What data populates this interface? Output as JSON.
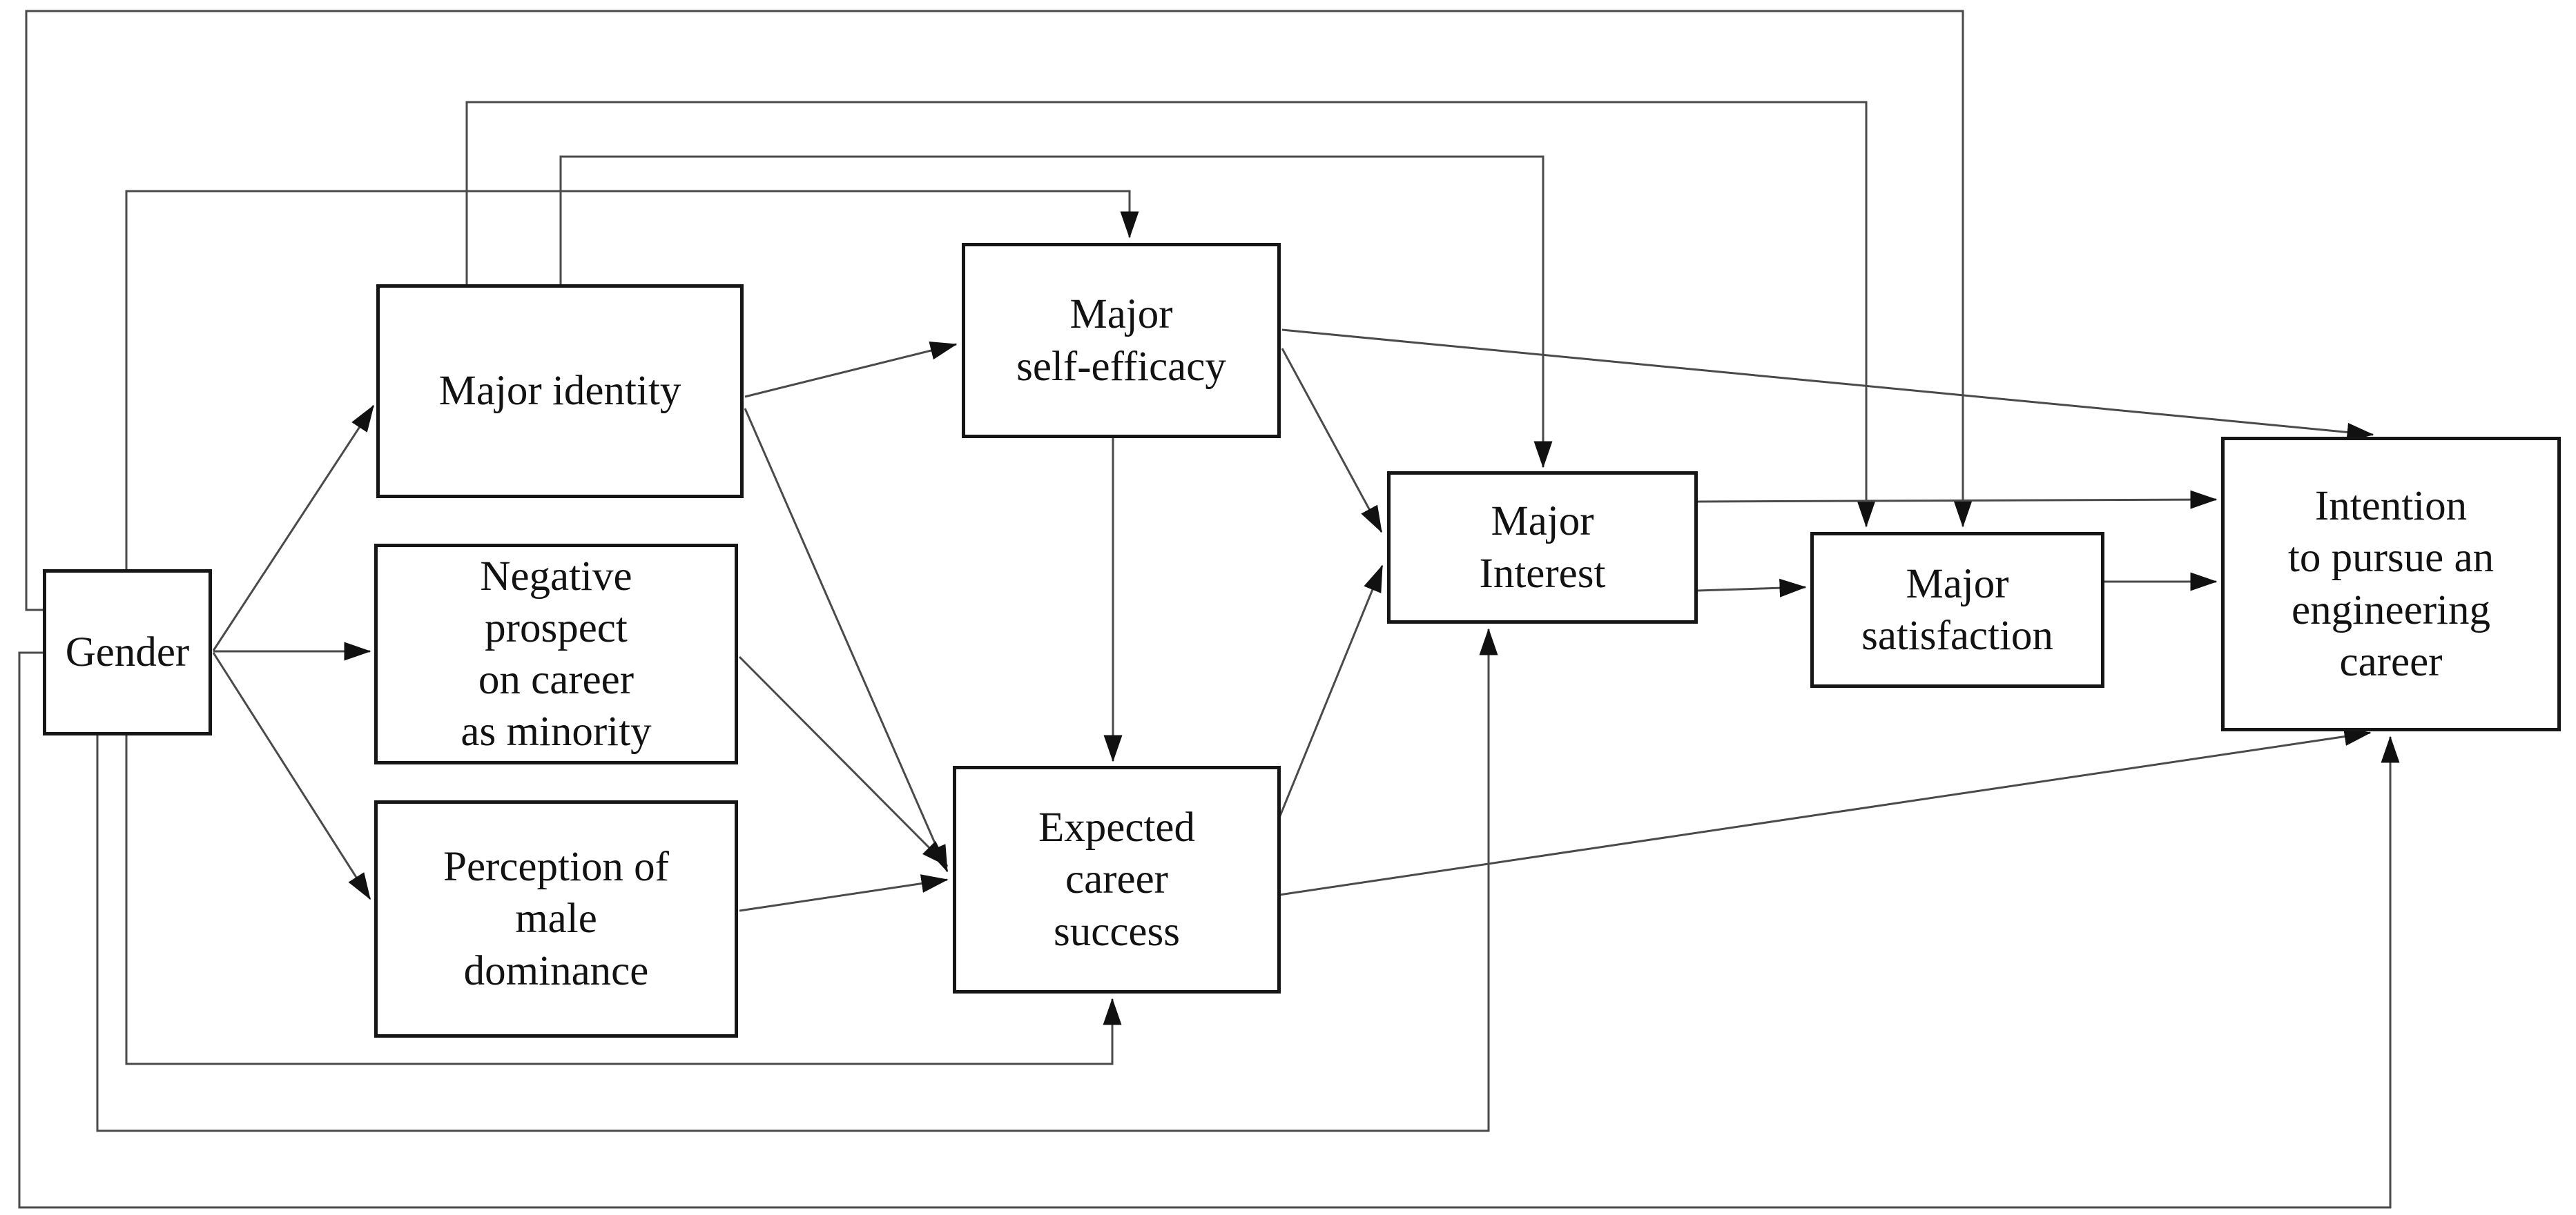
{
  "figure": {
    "title": "Path model: gender, major perceptions, and intention to pursue an engineering career",
    "background_color": "#ffffff",
    "box_border_color": "#161616",
    "wire_color": "#4a4a4a",
    "text_color": "#121212"
  },
  "nodes": {
    "gender": {
      "label": "Gender"
    },
    "major_identity": {
      "label": "Major identity"
    },
    "negative_prospect": {
      "label": "Negative\nprospect\non career\nas minority"
    },
    "perception": {
      "label": "Perception of\nmale\ndominance"
    },
    "self_efficacy": {
      "label": "Major\nself-efficacy"
    },
    "expected_success": {
      "label": "Expected\ncareer\nsuccess"
    },
    "major_interest": {
      "label": "Major\nInterest"
    },
    "major_satisfaction": {
      "label": "Major\nsatisfaction"
    },
    "intention": {
      "label": "Intention\nto pursue an\nengineering\ncareer"
    }
  },
  "edges": [
    {
      "from": "gender",
      "to": "major_identity",
      "route": "direct"
    },
    {
      "from": "gender",
      "to": "negative_prospect",
      "route": "direct"
    },
    {
      "from": "gender",
      "to": "perception",
      "route": "direct"
    },
    {
      "from": "gender",
      "to": "major_satisfaction",
      "route": "around-top"
    },
    {
      "from": "gender",
      "to": "self_efficacy",
      "route": "around-top"
    },
    {
      "from": "gender",
      "to": "expected_success",
      "route": "around-bottom"
    },
    {
      "from": "gender",
      "to": "major_interest",
      "route": "around-bottom"
    },
    {
      "from": "gender",
      "to": "intention",
      "route": "around-bottom"
    },
    {
      "from": "major_identity",
      "to": "self_efficacy",
      "route": "direct"
    },
    {
      "from": "major_identity",
      "to": "expected_success",
      "route": "direct"
    },
    {
      "from": "major_identity",
      "to": "major_satisfaction",
      "route": "around-top"
    },
    {
      "from": "major_identity",
      "to": "major_interest",
      "route": "around-top"
    },
    {
      "from": "negative_prospect",
      "to": "expected_success",
      "route": "direct"
    },
    {
      "from": "perception",
      "to": "expected_success",
      "route": "direct"
    },
    {
      "from": "self_efficacy",
      "to": "expected_success",
      "route": "direct"
    },
    {
      "from": "self_efficacy",
      "to": "major_interest",
      "route": "direct"
    },
    {
      "from": "self_efficacy",
      "to": "intention",
      "route": "direct"
    },
    {
      "from": "expected_success",
      "to": "major_interest",
      "route": "direct"
    },
    {
      "from": "expected_success",
      "to": "intention",
      "route": "direct"
    },
    {
      "from": "major_interest",
      "to": "intention",
      "route": "direct"
    },
    {
      "from": "major_interest",
      "to": "major_satisfaction",
      "route": "direct"
    },
    {
      "from": "major_satisfaction",
      "to": "intention",
      "route": "direct"
    }
  ]
}
